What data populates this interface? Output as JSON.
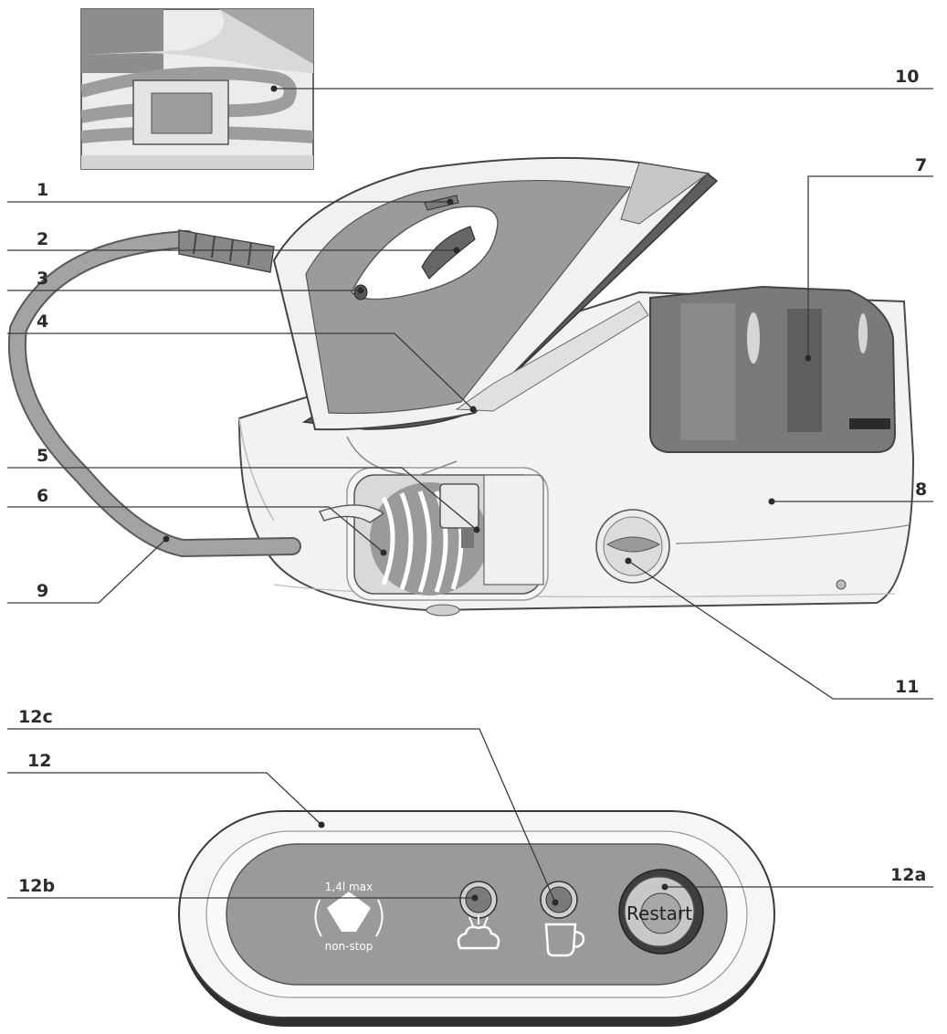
{
  "callouts": {
    "c1": "1",
    "c2": "2",
    "c3": "3",
    "c4": "4",
    "c5": "5",
    "c6": "6",
    "c7": "7",
    "c8": "8",
    "c9": "9",
    "c10": "10",
    "c11": "11",
    "c12": "12",
    "c12a": "12a",
    "c12b": "12b",
    "c12c": "12c"
  },
  "control_panel": {
    "capacity_text": "1,4l max",
    "refill_text": "non-stop",
    "restart_label": "Restart"
  },
  "icons": {
    "refill": "water-refill-icon",
    "steam": "steam-icon",
    "descale": "cup-icon",
    "restart": "restart-button"
  },
  "colors": {
    "body": "#f2f2f2",
    "outline": "#4a4a4a",
    "grey_dark": "#6e6e6e",
    "grey_mid": "#9a9a9a",
    "grey_light": "#bdbdbd",
    "tank": "#7a7a7a"
  }
}
